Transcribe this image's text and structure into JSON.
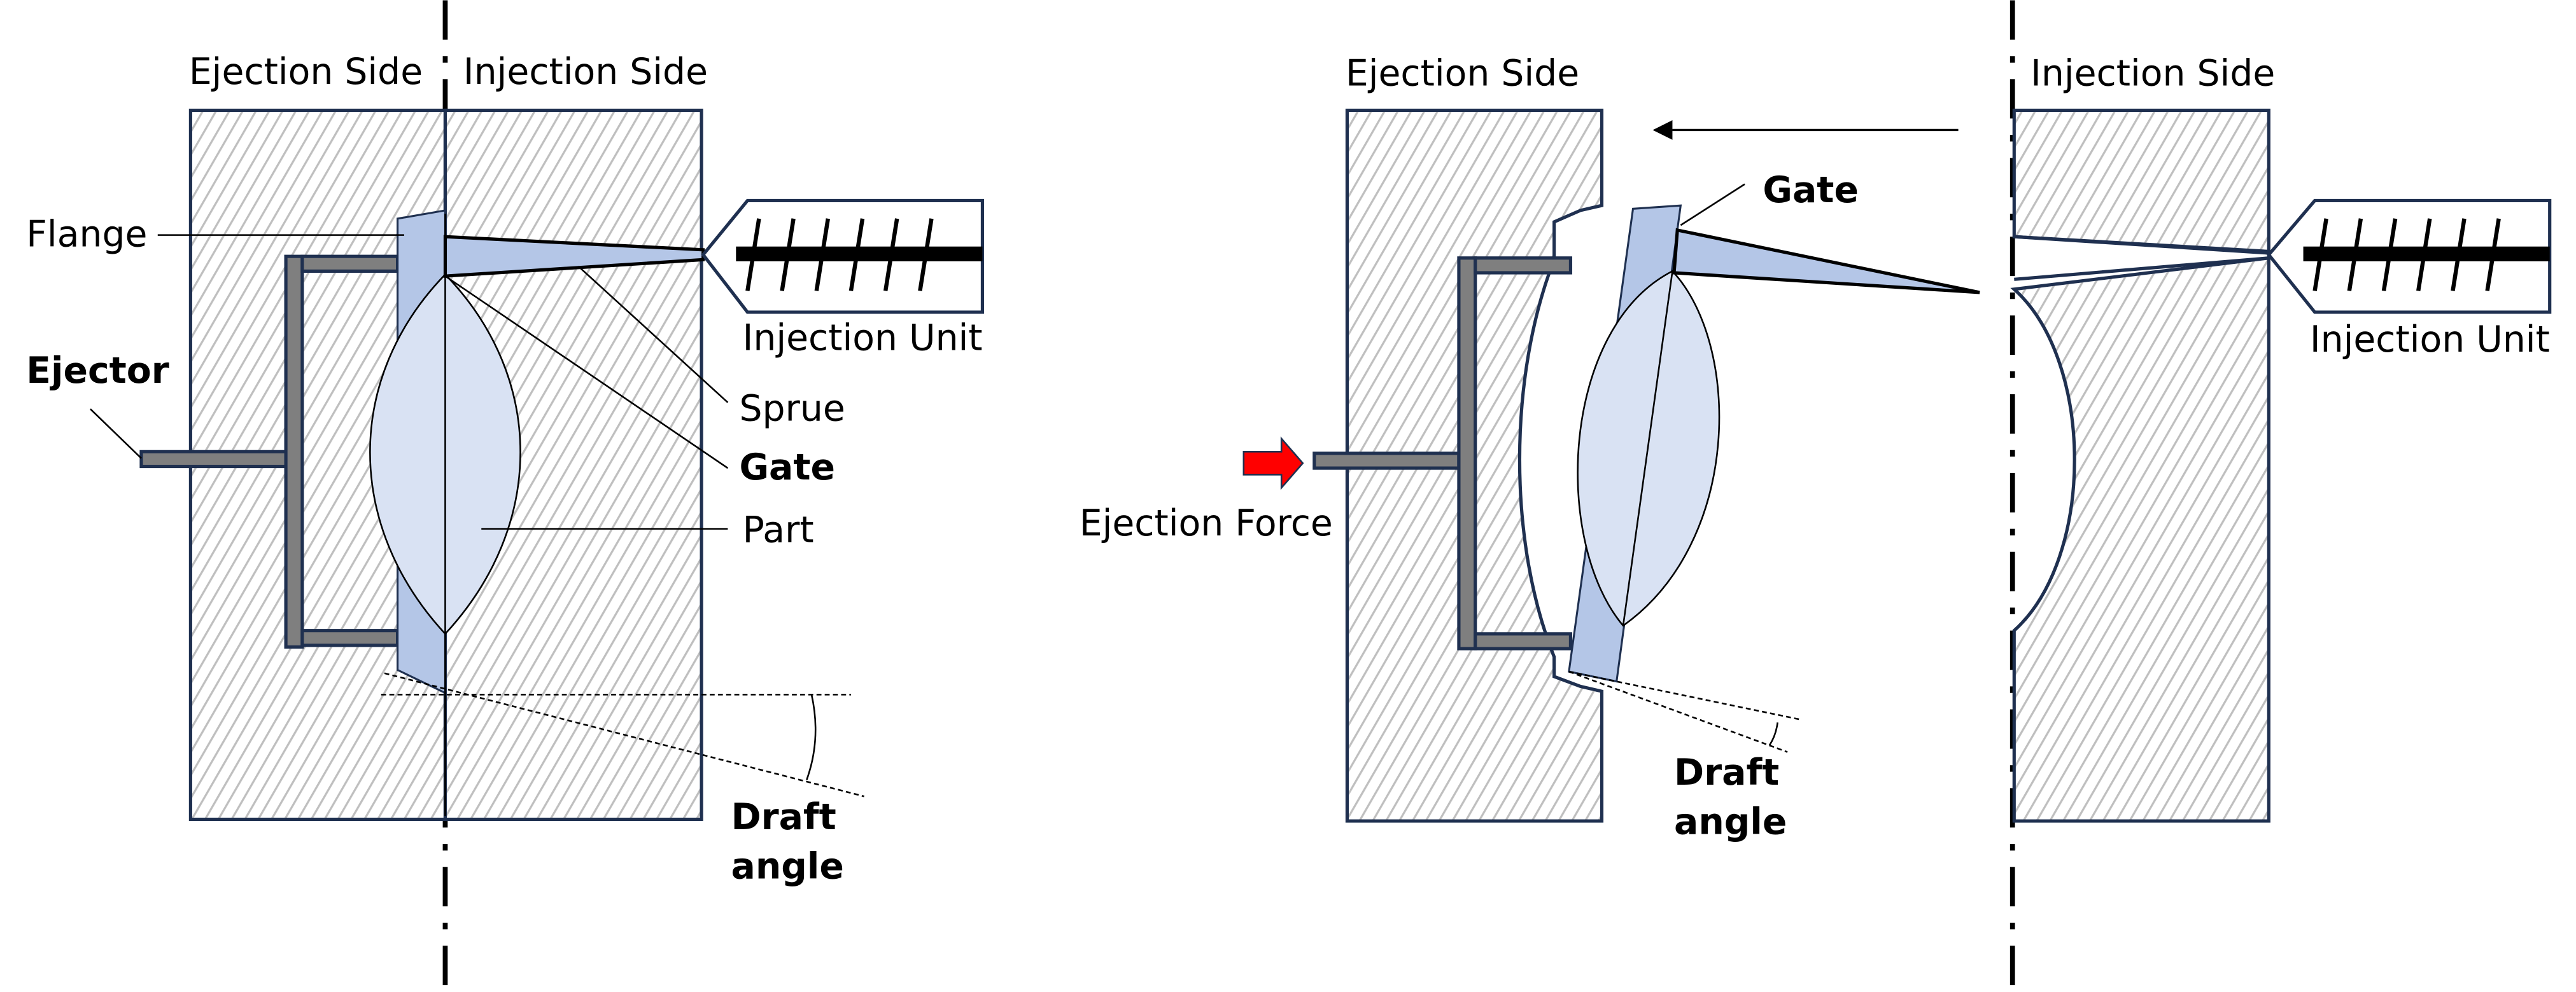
{
  "diagram": {
    "title": "Injection molding: mold closed vs. mold opened with part ejection",
    "left_panel": {
      "labels": {
        "ejection_side": "Ejection Side",
        "injection_side": "Injection Side",
        "flange": "Flange",
        "ejector": "Ejector",
        "injection_unit": "Injection Unit",
        "sprue": "Sprue",
        "gate": "Gate",
        "part": "Part",
        "draft_line1": "Draft",
        "draft_line2": "angle"
      }
    },
    "right_panel": {
      "labels": {
        "ejection_side": "Ejection Side",
        "injection_side": "Injection Side",
        "gate": "Gate",
        "injection_unit": "Injection Unit",
        "ejection_force": "Ejection Force",
        "draft_line1": "Draft",
        "draft_line2": "angle"
      }
    },
    "colors": {
      "mold_outline": "#1f3050",
      "part_fill": "#d9e2f3",
      "flange_fill": "#b4c6e7",
      "ejector_fill": "#7f7f7f",
      "ejection_force_arrow": "#ff0000",
      "hatch": "#bfbfbf"
    }
  }
}
